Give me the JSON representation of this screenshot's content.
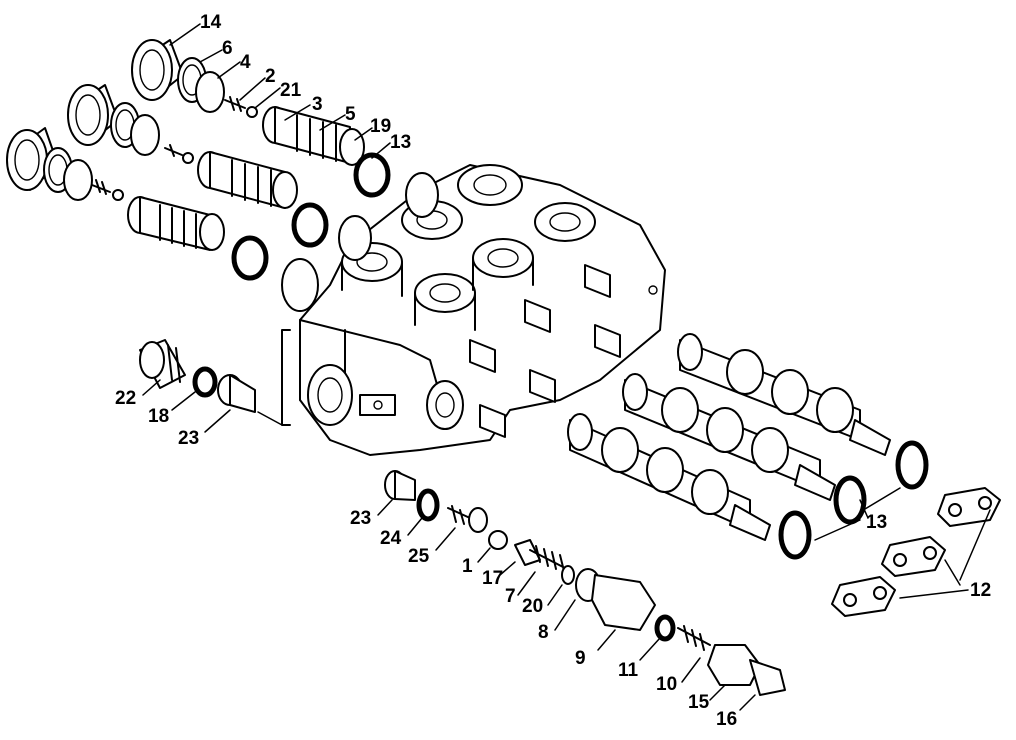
{
  "callouts": {
    "c1": "1",
    "c2": "2",
    "c3": "3",
    "c4": "4",
    "c5": "5",
    "c6": "6",
    "c7": "7",
    "c8": "8",
    "c9": "9",
    "c10": "10",
    "c11": "11",
    "c12": "12",
    "c13a": "13",
    "c13b": "13",
    "c14": "14",
    "c15": "15",
    "c16": "16",
    "c17": "17",
    "c18": "18",
    "c19": "19",
    "c20": "20",
    "c21": "21",
    "c22": "22",
    "c23a": "23",
    "c23b": "23",
    "c24": "24",
    "c25": "25"
  }
}
